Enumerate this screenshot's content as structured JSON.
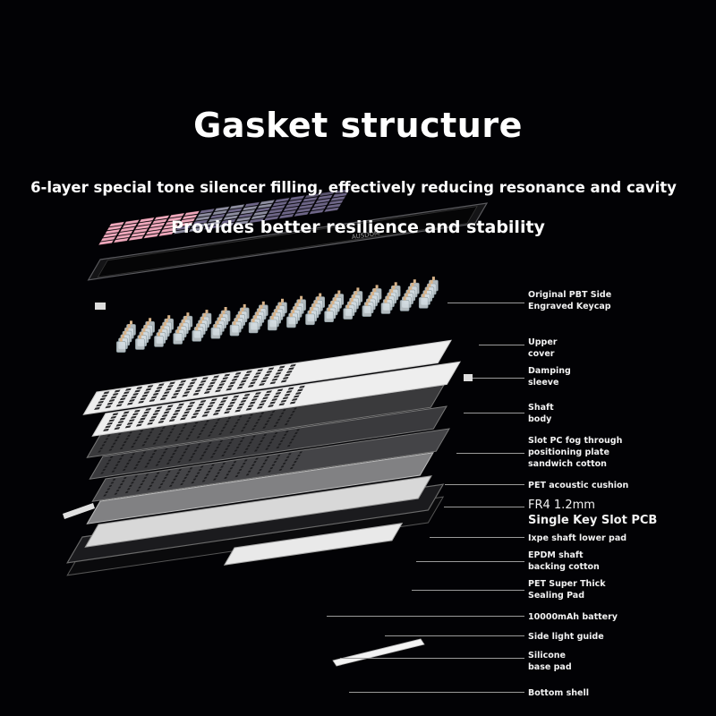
{
  "header": {
    "title": "Gasket structure",
    "subtitle_1": "6-layer special tone silencer filling, effectively reducing resonance and cavity",
    "subtitle_2": "Provides better resilience and stability"
  },
  "brand_text": "AUSDOM",
  "layers": [
    {
      "id": "keycap",
      "label_lines": [
        "Original PBT Side",
        "Engraved Keycap"
      ]
    },
    {
      "id": "upper-cover",
      "label_lines": [
        "Upper",
        "cover"
      ]
    },
    {
      "id": "damping-sleeve",
      "label_lines": [
        "Damping",
        "sleeve"
      ]
    },
    {
      "id": "shaft-body",
      "label_lines": [
        "Shaft",
        "body"
      ]
    },
    {
      "id": "positioning-plate",
      "label_lines": [
        "Slot PC fog through",
        "positioning plate",
        "sandwich cotton"
      ]
    },
    {
      "id": "pet-acoustic",
      "label_lines": [
        "PET acoustic cushion"
      ]
    },
    {
      "id": "pcb",
      "label_lines": [
        "FR4 1.2mm",
        "Single Key Slot PCB"
      ]
    },
    {
      "id": "ixpe-pad",
      "label_lines": [
        "Ixpe shaft lower pad"
      ]
    },
    {
      "id": "epdm-cotton",
      "label_lines": [
        "EPDM shaft",
        "backing cotton"
      ]
    },
    {
      "id": "pet-sealing",
      "label_lines": [
        "PET Super Thick",
        "Sealing Pad"
      ]
    },
    {
      "id": "battery",
      "label_lines": [
        "10000mAh battery"
      ]
    },
    {
      "id": "light-guide",
      "label_lines": [
        "Side light guide"
      ]
    },
    {
      "id": "silicone-pad",
      "label_lines": [
        "Silicone",
        "base pad"
      ]
    },
    {
      "id": "bottom-shell",
      "label_lines": [
        "Bottom shell"
      ]
    }
  ],
  "colors": {
    "background": "#020205",
    "pink_keycap": "#f0a8bc",
    "grey_keycap": "#8f8fa2",
    "purple_keycap": "#6e6688",
    "frame": "#141416",
    "plate": "#eeeeee",
    "pcb_dark": "#3a3a3c"
  }
}
